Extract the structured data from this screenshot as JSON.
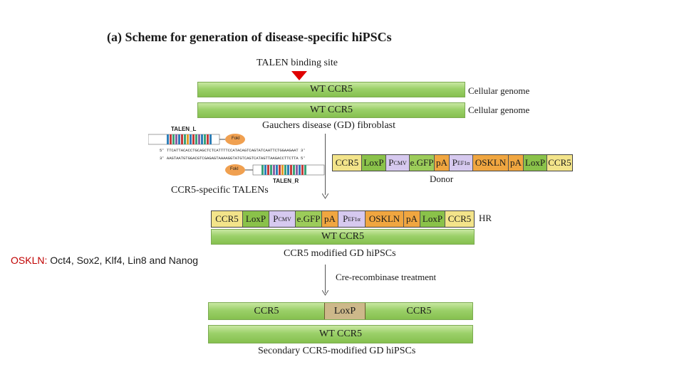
{
  "title": "(a) Scheme for generation of disease-specific hiPSCs",
  "talen_binding_site": "TALEN binding site",
  "wt_ccr5": "WT CCR5",
  "cellular_genome": "Cellular genome",
  "gd_fibroblast": "Gauchers disease (GD) fibroblast",
  "talen_l": "TALEN_L",
  "talen_r": "TALEN_R",
  "foki": "FokI",
  "dna_top": "5' TTCATTACACCTGCAGCTCTCATTTTCCATACAGTCAGTATCAATTCTGGAAGAAT 3'",
  "dna_bottom": "3' AAGTAATGTGGACGTCGAGAGTAAAAGGTATGTCAGTCATAGTTAAGACCTTCTTA 5'",
  "talens_label": "CCR5-specific TALENs",
  "donor_label": "Donor",
  "hr_label": "HR",
  "ccr5_modified": "CCR5 modified GD hiPSCs",
  "cre_treatment": "Cre-recombinase treatment",
  "secondary": "Secondary CCR5-modified GD hiPSCs",
  "cassette": {
    "ccr5": "CCR5",
    "loxp": "LoxP",
    "p": "P",
    "cmv": "CMV",
    "egfp": "e.GFP",
    "pa": "pA",
    "ef1a": "EF1α",
    "oskln": "OSKLN"
  },
  "final": {
    "left": "CCR5",
    "mid": "LoxP",
    "right": "CCR5"
  },
  "note_key": "OSKLN:",
  "note_text": " Oct4, Sox2, Klf4, Lin8 and Nanog",
  "colors": {
    "green": "#9bd069",
    "ccr5": "#f3e48a",
    "loxp": "#8ac24a",
    "promoter": "#d6c9ef",
    "pa": "#f0a640",
    "marker": "#e00000"
  }
}
